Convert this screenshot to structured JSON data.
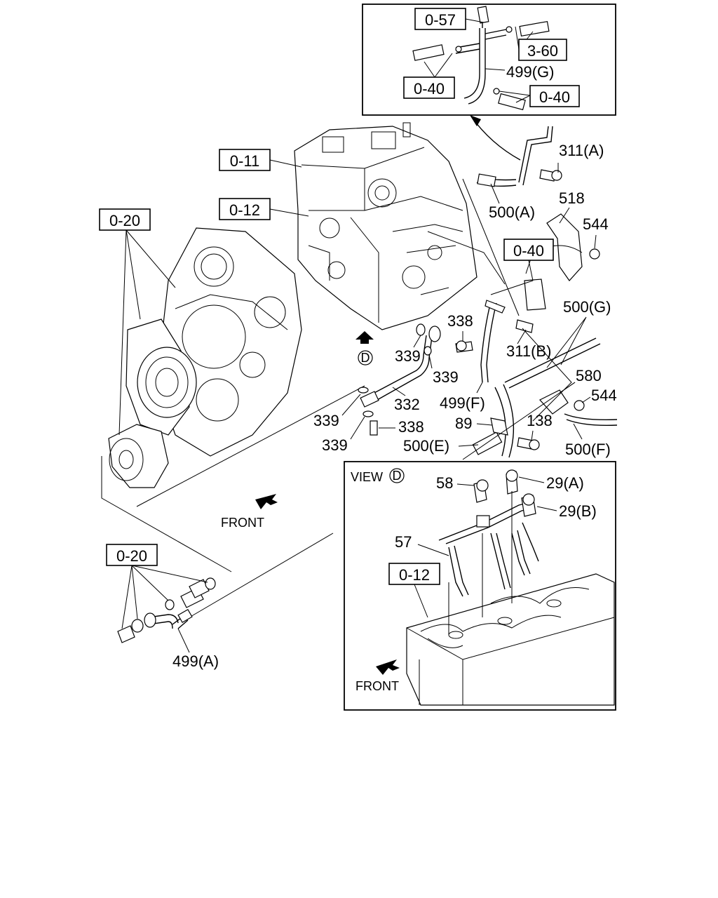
{
  "refs": {
    "r057": "0-57",
    "r360": "3-60",
    "r040a": "0-40",
    "r040b": "0-40",
    "r040c": "0-40",
    "r011": "0-11",
    "r012a": "0-12",
    "r020a": "0-20",
    "r020b": "0-20",
    "r012b": "0-12"
  },
  "labels": {
    "p499g": "499(G)",
    "p311a": "311(A)",
    "p500a": "500(A)",
    "p518": "518",
    "p544a": "544",
    "p500g": "500(G)",
    "p338a": "338",
    "p339a": "339",
    "p311b": "311(B)",
    "p339b": "339",
    "p580": "580",
    "p544b": "544",
    "p499f": "499(F)",
    "p332": "332",
    "p339c": "339",
    "p338b": "338",
    "p339d": "339",
    "p89": "89",
    "p138": "138",
    "p500e": "500(E)",
    "p500f": "500(F)",
    "p58": "58",
    "p29a": "29(A)",
    "p29b": "29(B)",
    "p57": "57",
    "p499a": "499(A)"
  },
  "view": {
    "title": "VIEW",
    "marker": "D"
  },
  "direction": {
    "front_main": "FRONT",
    "front_view": "FRONT",
    "view_marker": "D"
  },
  "icons": [
    "front-arrow-icon",
    "view-direction-arrow-icon"
  ]
}
